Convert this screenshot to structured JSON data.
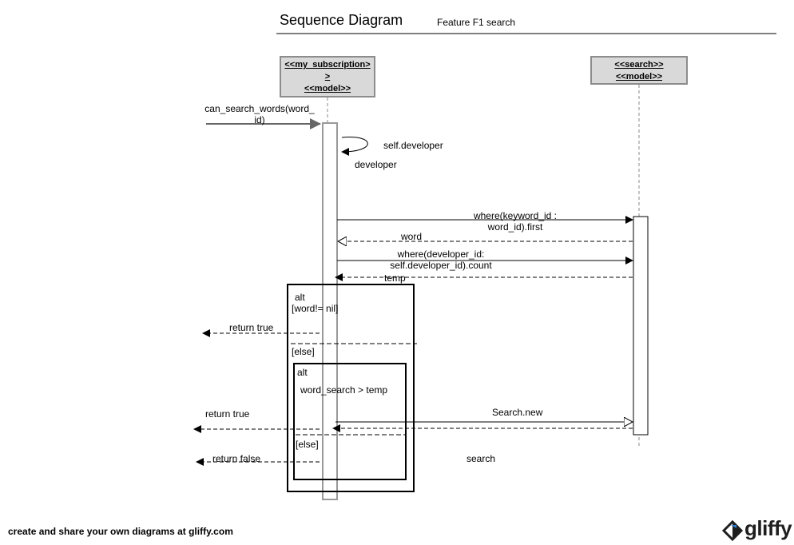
{
  "header": {
    "title": "Sequence Diagram",
    "subtitle": "Feature F1 search"
  },
  "lifelines": [
    {
      "line1": "<<my_subscription>",
      "line2": ">",
      "line3": "<<model>>"
    },
    {
      "line1": "<<search>>",
      "line2": "<<model>>"
    }
  ],
  "messages": {
    "incoming_line1": "can_search_words(word_",
    "incoming_line2": "id)",
    "self_call": "self.developer",
    "self_return": "developer",
    "where_keyword_line1": "where(keyword_id :",
    "where_keyword_line2": "word_id).first",
    "word_return": "word",
    "where_dev_line1": "where(developer_id:",
    "where_dev_line2": "self.developer_id).count",
    "temp_return": "temp",
    "return_true_1": "return true",
    "search_new": "Search.new",
    "return_true_2": "return true",
    "return_false": "return false",
    "search_return": "search"
  },
  "fragments": {
    "outer_alt": "alt",
    "outer_guard": "[word!= nil]",
    "outer_else": "[else]",
    "inner_alt": "alt",
    "inner_guard": "word_search > temp",
    "inner_else": "[else]"
  },
  "footer": {
    "text": "create and share your own diagrams at gliffy.com",
    "logo": "gliffy",
    "logo_icon": "gliffy-logo-icon"
  }
}
